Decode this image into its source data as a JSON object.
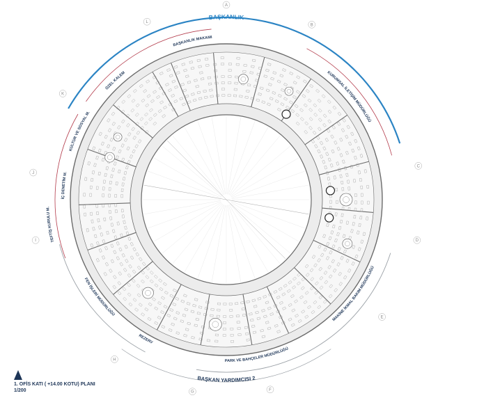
{
  "colors": {
    "blue_arc": "#2b84c4",
    "red_arc": "#b33a4a",
    "grey_arc": "#9aa0a6",
    "label": "#1d3557",
    "wall": "#6b6b6b",
    "floor": "#ececec"
  },
  "arc_labels": [
    {
      "text": "BAŞKANLIK",
      "start_deg": -112,
      "end_deg": -68,
      "r": 260,
      "size": 8.5,
      "color_key": "blue_arc",
      "side": "top"
    },
    {
      "text": "BAŞKANLIK MAKAMI",
      "start_deg": -112,
      "end_deg": -92,
      "r": 233,
      "size": 5.5,
      "color_key": "label",
      "side": "top"
    },
    {
      "text": "ÖZEL KALEM",
      "start_deg": -140,
      "end_deg": -126,
      "r": 233,
      "size": 5.5,
      "color_key": "label",
      "side": "top"
    },
    {
      "text": "KÜLTÜR VE SOSYAL M.",
      "start_deg": -168,
      "end_deg": -142,
      "r": 233,
      "size": 5.5,
      "color_key": "label",
      "side": "top"
    },
    {
      "text": "İÇ DENETİM M.",
      "start_deg": -184,
      "end_deg": -166,
      "r": 233,
      "size": 5.5,
      "color_key": "label",
      "side": "top"
    },
    {
      "text": "TEFTİŞ KURULU M.",
      "start_deg": -198,
      "end_deg": -178,
      "r": 255,
      "size": 5.5,
      "color_key": "label",
      "side": "top"
    },
    {
      "text": "KURUMSAL İLETİŞİM MÜDÜRLÜĞÜ",
      "start_deg": -62,
      "end_deg": -18,
      "r": 233,
      "size": 5.5,
      "color_key": "label",
      "side": "top"
    },
    {
      "text": "FEN İŞLERİ MÜDÜRLÜĞÜ",
      "start_deg": 155,
      "end_deg": 130,
      "r": 233,
      "size": 5.5,
      "color_key": "label",
      "side": "bottom"
    },
    {
      "text": "REZERV",
      "start_deg": 124,
      "end_deg": 116,
      "r": 233,
      "size": 5.5,
      "color_key": "label",
      "side": "bottom"
    },
    {
      "text": "PARK VE BAHÇELER MÜDÜRLÜĞÜ",
      "start_deg": 96,
      "end_deg": 62,
      "r": 233,
      "size": 5.5,
      "color_key": "label",
      "side": "bottom"
    },
    {
      "text": "MAKİNE İKMAL BAKIM MÜDÜRLÜĞÜ",
      "start_deg": 55,
      "end_deg": 18,
      "r": 233,
      "size": 5.5,
      "color_key": "label",
      "side": "bottom"
    },
    {
      "text": "BAŞKAN YARDIMCISI 2",
      "start_deg": 100,
      "end_deg": 80,
      "r": 262,
      "size": 7.5,
      "color_key": "label",
      "side": "bottom"
    }
  ],
  "grid_letters": [
    {
      "letter": "A",
      "deg": -90
    },
    {
      "letter": "B",
      "deg": -64
    },
    {
      "letter": "C",
      "deg": -10
    },
    {
      "letter": "D",
      "deg": 12
    },
    {
      "letter": "E",
      "deg": 37
    },
    {
      "letter": "F",
      "deg": 77
    },
    {
      "letter": "G",
      "deg": 100
    },
    {
      "letter": "H",
      "deg": 125
    },
    {
      "letter": "I",
      "deg": 168
    },
    {
      "letter": "J",
      "deg": 188
    },
    {
      "letter": "K",
      "deg": 213
    },
    {
      "letter": "L",
      "deg": 246
    }
  ],
  "footer": {
    "title": "1. OFİS KATI ( +14.00 KOTU) PLANI",
    "scale": "1/200"
  }
}
